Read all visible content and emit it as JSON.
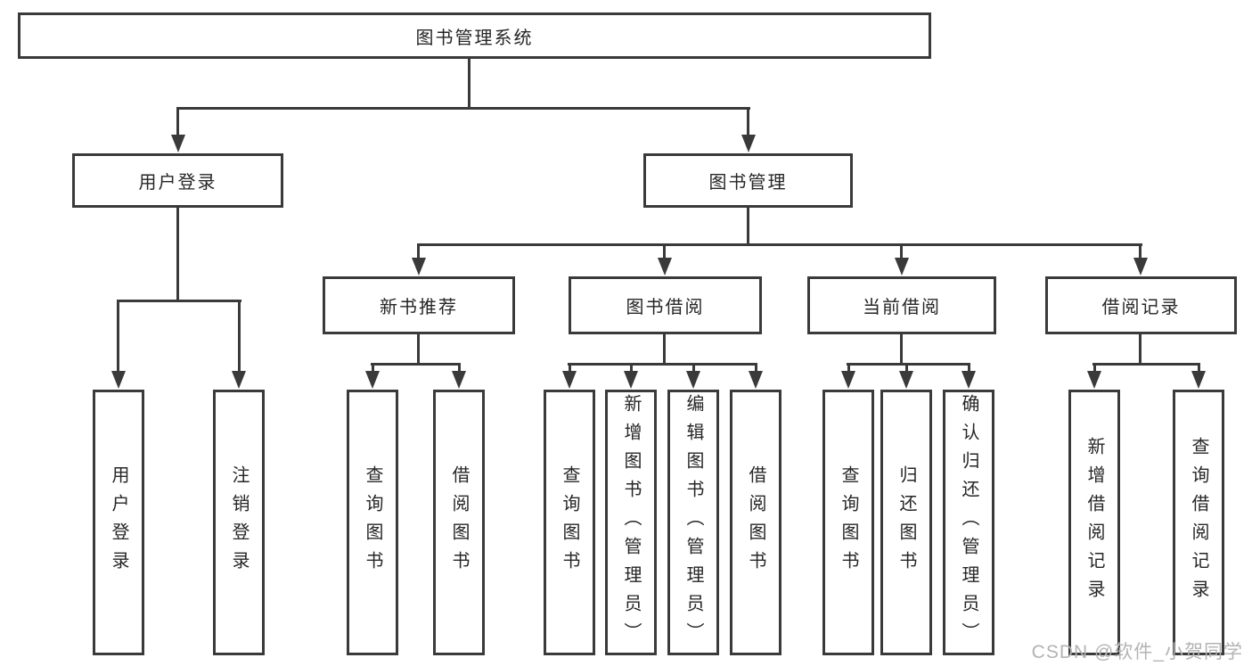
{
  "colors": {
    "line": "#3a3a3a",
    "text": "#262626",
    "watermark": "#b3b3b3",
    "background": "#ffffff"
  },
  "watermark": {
    "text": "CSDN @软件_小贺同学"
  },
  "tree": {
    "root": {
      "label": "图书管理系统"
    },
    "branches": [
      {
        "label": "用户登录",
        "children": [
          {
            "label": "用户登录"
          },
          {
            "label": "注销登录"
          }
        ]
      },
      {
        "label": "图书管理",
        "children": [
          {
            "label": "新书推荐",
            "children": [
              {
                "label": "查询图书"
              },
              {
                "label": "借阅图书"
              }
            ]
          },
          {
            "label": "图书借阅",
            "children": [
              {
                "label": "查询图书"
              },
              {
                "label": "新增图书（管理员）"
              },
              {
                "label": "编辑图书（管理员）"
              },
              {
                "label": "借阅图书"
              }
            ]
          },
          {
            "label": "当前借阅",
            "children": [
              {
                "label": "查询图书"
              },
              {
                "label": "归还图书"
              },
              {
                "label": "确认归还（管理员）"
              }
            ]
          },
          {
            "label": "借阅记录",
            "children": [
              {
                "label": "新增借阅记录"
              },
              {
                "label": "查询借阅记录"
              }
            ]
          }
        ]
      }
    ]
  }
}
